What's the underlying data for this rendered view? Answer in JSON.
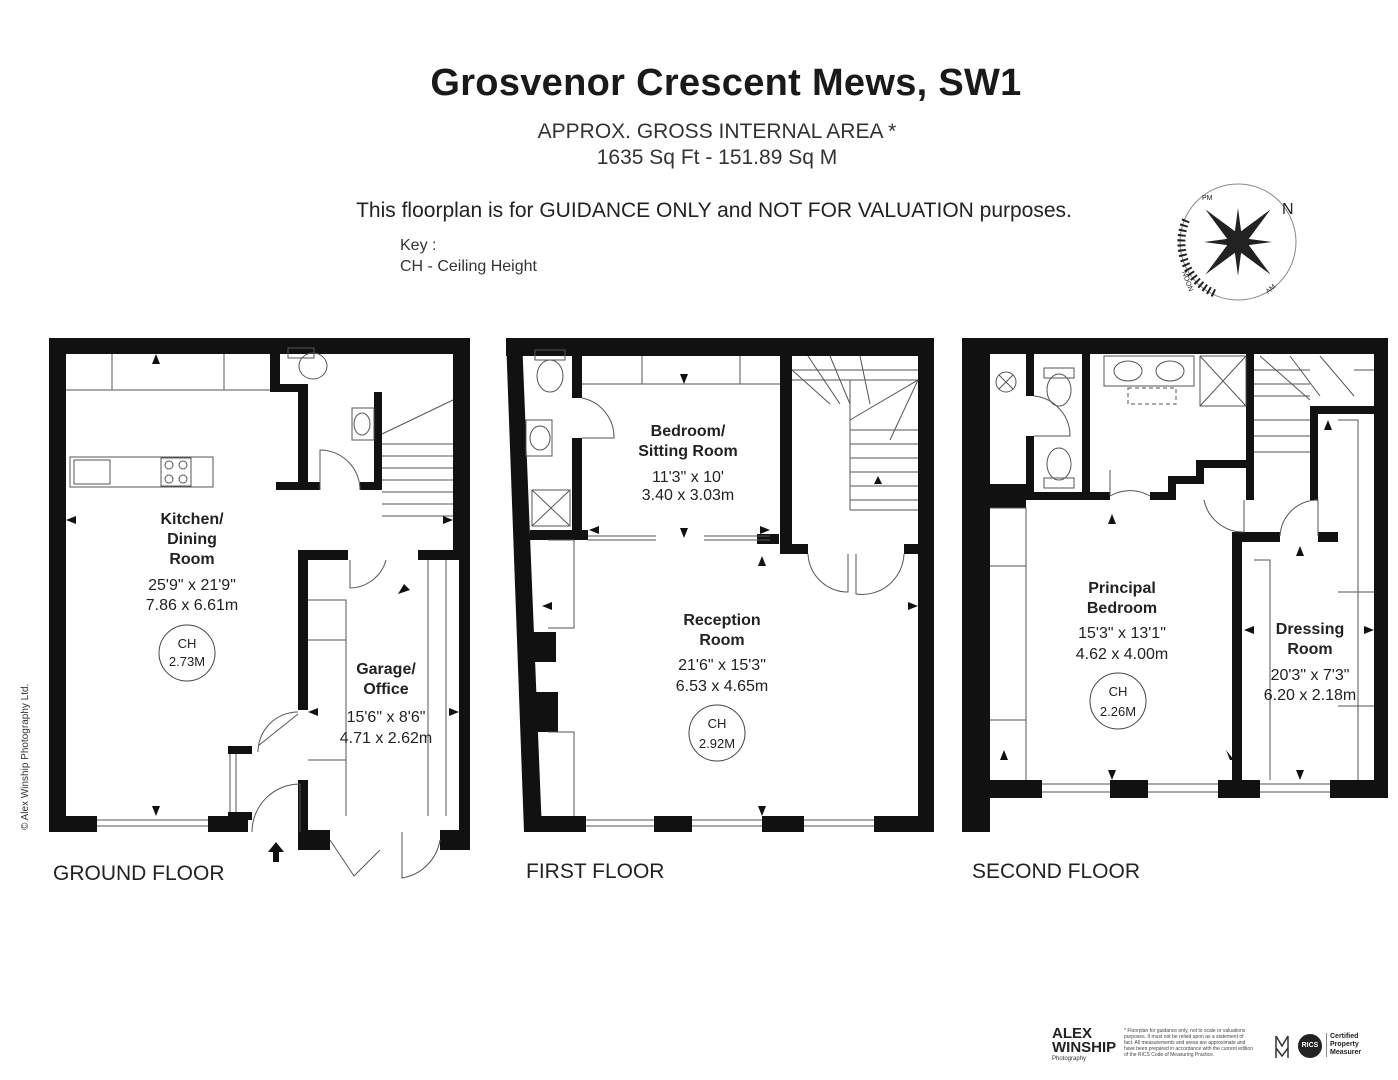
{
  "title": "Grosvenor Crescent Mews, SW1",
  "subtitle_line1": "APPROX. GROSS INTERNAL  AREA *",
  "subtitle_line2": "1635 Sq Ft  -  151.89 Sq M",
  "disclaimer": "This floorplan is for GUIDANCE ONLY and NOT FOR VALUATION purposes.",
  "key": {
    "title": "Key :",
    "item": "CH - Ceiling Height"
  },
  "compass": {
    "north": "N",
    "pm": "PM",
    "noon": "NOON",
    "am": "AM"
  },
  "floors": {
    "ground": {
      "label": "GROUND FLOOR",
      "rooms": [
        {
          "name_line1": "Kitchen/",
          "name_line2": "Dining",
          "name_line3": "Room",
          "imperial": "25'9\" x 21'9\"",
          "metric": "7.86 x 6.61m",
          "ch_label": "CH",
          "ch_value": "2.73M"
        },
        {
          "name_line1": "Garage/",
          "name_line2": "Office",
          "imperial": "15'6\" x 8'6\"",
          "metric": "4.71 x 2.62m"
        }
      ]
    },
    "first": {
      "label": "FIRST FLOOR",
      "rooms": [
        {
          "name_line1": "Bedroom/",
          "name_line2": "Sitting Room",
          "imperial": "11'3\" x 10'",
          "metric": "3.40 x 3.03m"
        },
        {
          "name_line1": "Reception",
          "name_line2": "Room",
          "imperial": "21'6\" x 15'3\"",
          "metric": "6.53 x 4.65m",
          "ch_label": "CH",
          "ch_value": "2.92M"
        }
      ]
    },
    "second": {
      "label": "SECOND FLOOR",
      "rooms": [
        {
          "name_line1": "Principal",
          "name_line2": "Bedroom",
          "imperial": "15'3\" x 13'1\"",
          "metric": "4.62 x 4.00m",
          "ch_label": "CH",
          "ch_value": "2.26M"
        },
        {
          "name_line1": "Dressing",
          "name_line2": "Room",
          "imperial": "20'3\" x 7'3\"",
          "metric": "6.20 x 2.18m"
        }
      ]
    }
  },
  "copyright": "© Alex Winship Photography Ltd.",
  "footer": {
    "logo_line1": "ALEX",
    "logo_line2": "WINSHIP",
    "logo_sub": "Photography",
    "note": "* Floorplan for guidance only, not to scale or valuations purposes. It must not be relied upon as a statement of fact. All measurements and areas are approximate and have been prepared in accordance with the current edition of the RICS Code of Measuring Practice.",
    "rics": "RICS",
    "certified": "Certified Property Measurer"
  }
}
